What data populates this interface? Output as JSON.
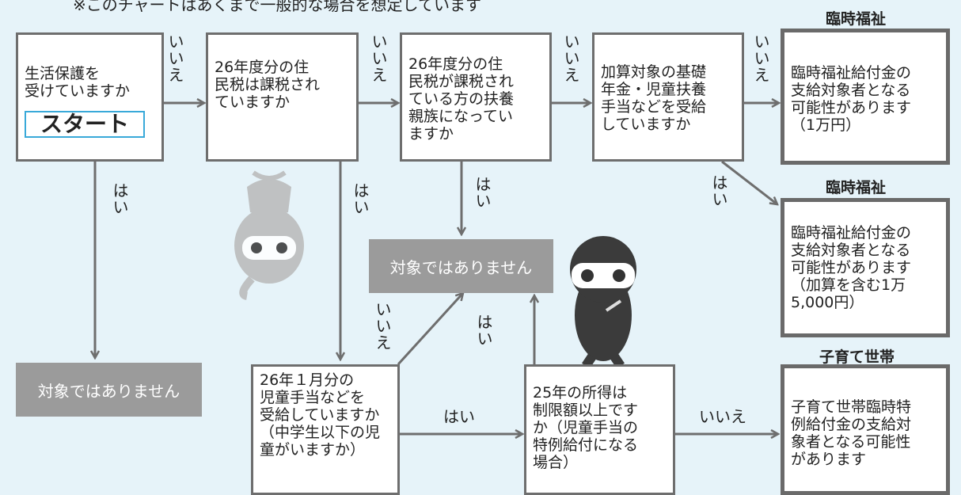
{
  "note": "※このチャートはあくまで一般的な場合を想定しています",
  "nodes": {
    "q1": {
      "text": "生活保護を\n受けていますか",
      "start": "スタート"
    },
    "q2": {
      "text": "26年度分の住\n民税は課税され\nていますか"
    },
    "q3": {
      "text": "26年度分の住\n民税が課税され\nている方の扶養\n親族になってい\nますか"
    },
    "q4": {
      "text": "加算対象の基礎\n年金・児童扶養\n手当などを受給\nしていますか"
    },
    "q5": {
      "text": "26年１月分の\n児童手当などを\n受給していますか（中学生以下の児童がいますか）"
    },
    "q6": {
      "text": "25年の所得は\n制限額以上です\nか（児童手当の\n特例給付になる\n場合）"
    }
  },
  "results": {
    "r1": {
      "title": "臨時福祉",
      "text": "臨時福祉給付金の\n支給対象者となる\n可能性があります\n（1万円）"
    },
    "r2": {
      "title": "臨時福祉",
      "text": "臨時福祉給付金の\n支給対象者となる\n可能性があります\n（加算を含む1万\n5,000円）"
    },
    "r3": {
      "title": "子育て世帯",
      "text": "子育て世帯臨時特\n例給付金の支給対\n象者となる可能性\nがあります"
    }
  },
  "not_eligible": {
    "left": "対象ではありません",
    "center": "対象ではありません"
  },
  "labels": {
    "yes": "はい",
    "no": "いいえ"
  },
  "colors": {
    "background": "#e6f3f9",
    "border": "#6e6e6e",
    "grey_box": "#9b9b9b",
    "start_border": "#39a9d9"
  }
}
